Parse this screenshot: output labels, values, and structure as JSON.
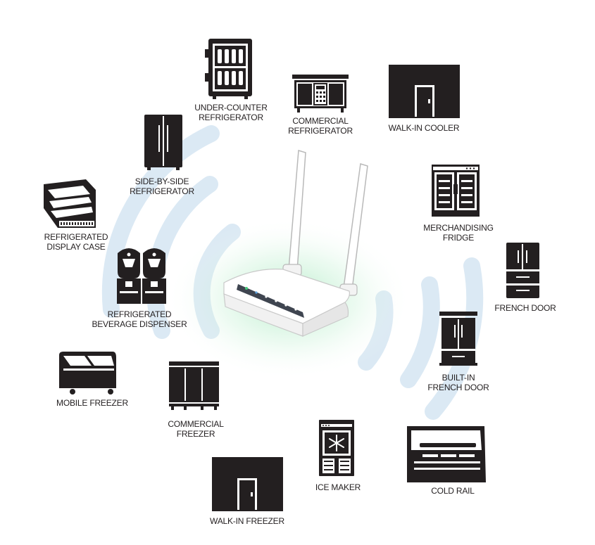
{
  "colors": {
    "icon": "#231f20",
    "wave": "#dbe9f4",
    "router": "#ffffff",
    "router_edge": "#c9c9c9",
    "router_panel": "#3f4550",
    "glow": "#9ee7b8",
    "led_green": "#46c97a",
    "led_blue": "#62a8e6"
  },
  "appliances": {
    "under_counter": {
      "icon": "wine-cabinet-icon",
      "lines": [
        "UNDER-COUNTER",
        "REFRIGERATOR"
      ]
    },
    "commercial_fridge": {
      "icon": "commercial-refrigerator-icon",
      "lines": [
        "COMMERCIAL",
        "REFRIGERATOR"
      ]
    },
    "walk_in_cooler": {
      "icon": "walk-in-cooler-icon",
      "lines": [
        "WALK-IN COOLER"
      ]
    },
    "side_by_side": {
      "icon": "side-by-side-refrigerator-icon",
      "lines": [
        "SIDE-BY-SIDE",
        "REFRIGERATOR"
      ]
    },
    "merchandising": {
      "icon": "merchandising-fridge-icon",
      "lines": [
        "MERCHANDISING",
        "FRIDGE"
      ]
    },
    "display_case": {
      "icon": "refrigerated-display-case-icon",
      "lines": [
        "REFRIGERATED",
        "DISPLAY CASE"
      ]
    },
    "french_door": {
      "icon": "french-door-fridge-icon",
      "lines": [
        "FRENCH DOOR"
      ]
    },
    "beverage": {
      "icon": "beverage-dispenser-icon",
      "lines": [
        "REFRIGERATED",
        "BEVERAGE DISPENSER"
      ]
    },
    "built_in": {
      "icon": "built-in-french-door-icon",
      "lines": [
        "BUILT-IN",
        "FRENCH DOOR"
      ]
    },
    "mobile_freezer": {
      "icon": "mobile-freezer-icon",
      "lines": [
        "MOBILE FREEZER"
      ]
    },
    "commercial_freezer": {
      "icon": "commercial-freezer-icon",
      "lines": [
        "COMMERCIAL",
        "FREEZER"
      ]
    },
    "ice_maker": {
      "icon": "ice-maker-icon",
      "lines": [
        "ICE MAKER"
      ]
    },
    "cold_rail": {
      "icon": "cold-rail-icon",
      "lines": [
        "COLD RAIL"
      ]
    },
    "walk_in_freezer": {
      "icon": "walk-in-freezer-icon",
      "lines": [
        "WALK-IN FREEZER"
      ]
    }
  },
  "router": {
    "icon": "wifi-router-icon"
  }
}
